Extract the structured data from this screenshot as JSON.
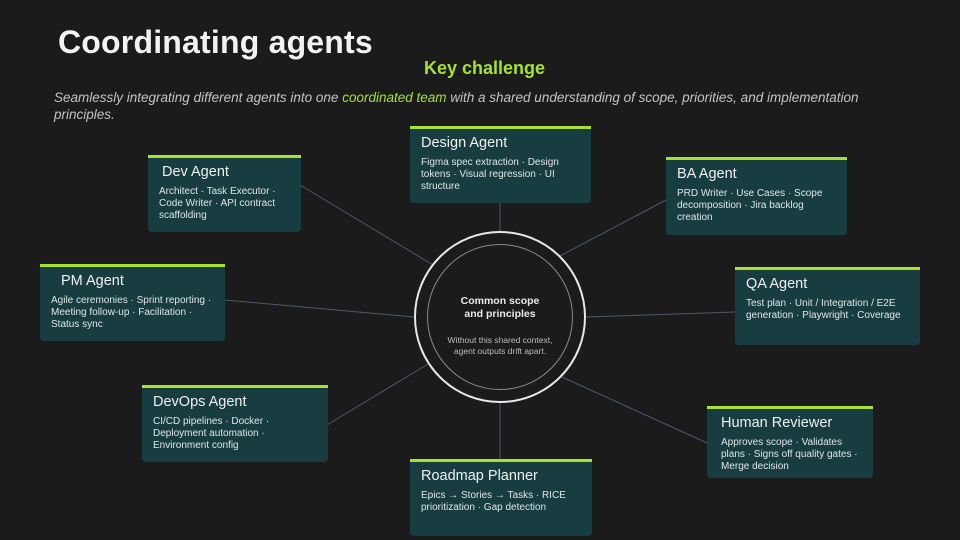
{
  "title": "Coordinating agents",
  "key_challenge": "Key challenge",
  "subtitle": {
    "before": "Seamlessly integrating different agents into one ",
    "highlight": "coordinated team",
    "after": " with a shared understanding of scope, priorities, and implementation principles."
  },
  "center": {
    "title_line1": "Common scope",
    "title_line2": "and principles",
    "note": "Without this shared context, agent outputs drift apart."
  },
  "agents": [
    {
      "name": "Design Agent",
      "desc": "Figma spec extraction · Design tokens · Visual regression · UI structure"
    },
    {
      "name": "Dev Agent",
      "desc": "Architect · Task Executor · Code Writer · API contract scaffolding"
    },
    {
      "name": "BA Agent",
      "desc": "PRD Writer · Use Cases · Scope decomposition · Jira backlog creation"
    },
    {
      "name": "PM Agent",
      "desc": "Agile ceremonies · Sprint reporting · Meeting follow-up · Facilitation · Status sync"
    },
    {
      "name": "QA Agent",
      "desc": "Test plan · Unit / Integration / E2E generation · Playwright · Coverage"
    },
    {
      "name": "DevOps Agent",
      "desc": "CI/CD pipelines · Docker · Deployment automation · Environment config"
    },
    {
      "name": "Human Reviewer",
      "desc": "Approves scope · Validates plans · Signs off quality gates · Merge decision"
    },
    {
      "name": "Roadmap Planner",
      "desc": "Epics → Stories → Tasks · RICE prioritization · Gap detection"
    }
  ],
  "colors": {
    "accent": "#a6e22e",
    "card": "#173d41",
    "background": "#1b1b1c",
    "connector": "#4a5a6e"
  }
}
